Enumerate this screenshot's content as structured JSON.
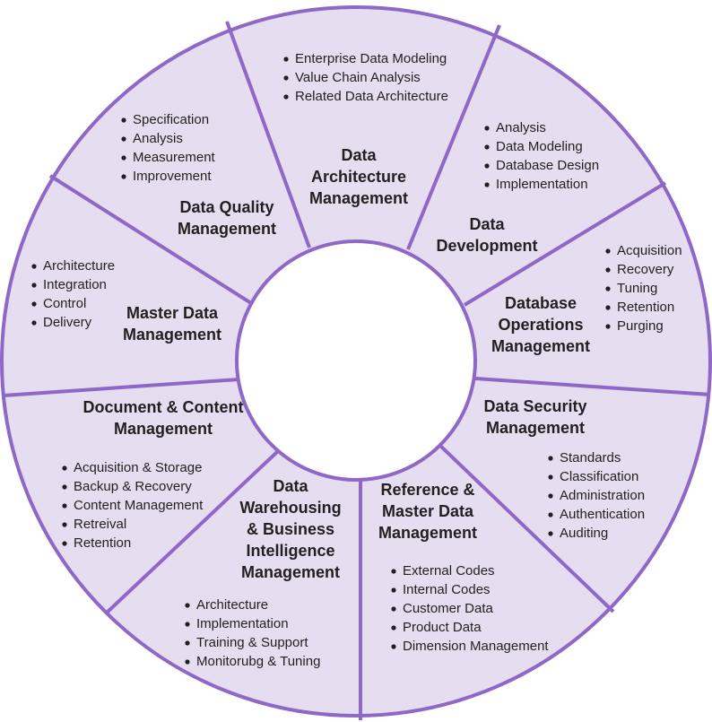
{
  "colors": {
    "fill": "#e6ddf1",
    "stroke": "#8d68c6",
    "text": "#231f20"
  },
  "segments": [
    {
      "title": [
        "Data",
        "Architecture",
        "Management"
      ],
      "items": [
        "Enterprise Data Modeling",
        "Value Chain Analysis",
        "Related Data Architecture"
      ]
    },
    {
      "title": [
        "Data",
        "Development"
      ],
      "items": [
        "Analysis",
        "Data Modeling",
        "Database Design",
        "Implementation"
      ]
    },
    {
      "title": [
        "Database",
        "Operations",
        "Management"
      ],
      "items": [
        "Acquisition",
        "Recovery",
        "Tuning",
        "Retention",
        "Purging"
      ]
    },
    {
      "title": [
        "Data Security",
        "Management"
      ],
      "items": [
        "Standards",
        "Classification",
        "Administration",
        "Authentication",
        "Auditing"
      ]
    },
    {
      "title": [
        "Reference &",
        "Master Data",
        "Management"
      ],
      "items": [
        "External Codes",
        "Internal Codes",
        "Customer Data",
        "Product Data",
        "Dimension Management"
      ]
    },
    {
      "title": [
        "Data",
        "Warehousing",
        "& Business",
        "Intelligence",
        "Management"
      ],
      "items": [
        "Architecture",
        "Implementation",
        "Training & Support",
        "Monitorubg & Tuning"
      ]
    },
    {
      "title": [
        "Document & Content",
        "Management"
      ],
      "items": [
        "Acquisition & Storage",
        "Backup & Recovery",
        "Content Management",
        "Retreival",
        "Retention"
      ]
    },
    {
      "title": [
        "Master Data",
        "Management"
      ],
      "items": [
        "Architecture",
        "Integration",
        "Control",
        "Delivery"
      ]
    },
    {
      "title": [
        "Data Quality",
        "Management"
      ],
      "items": [
        "Specification",
        "Analysis",
        "Measurement",
        "Improvement"
      ]
    }
  ]
}
